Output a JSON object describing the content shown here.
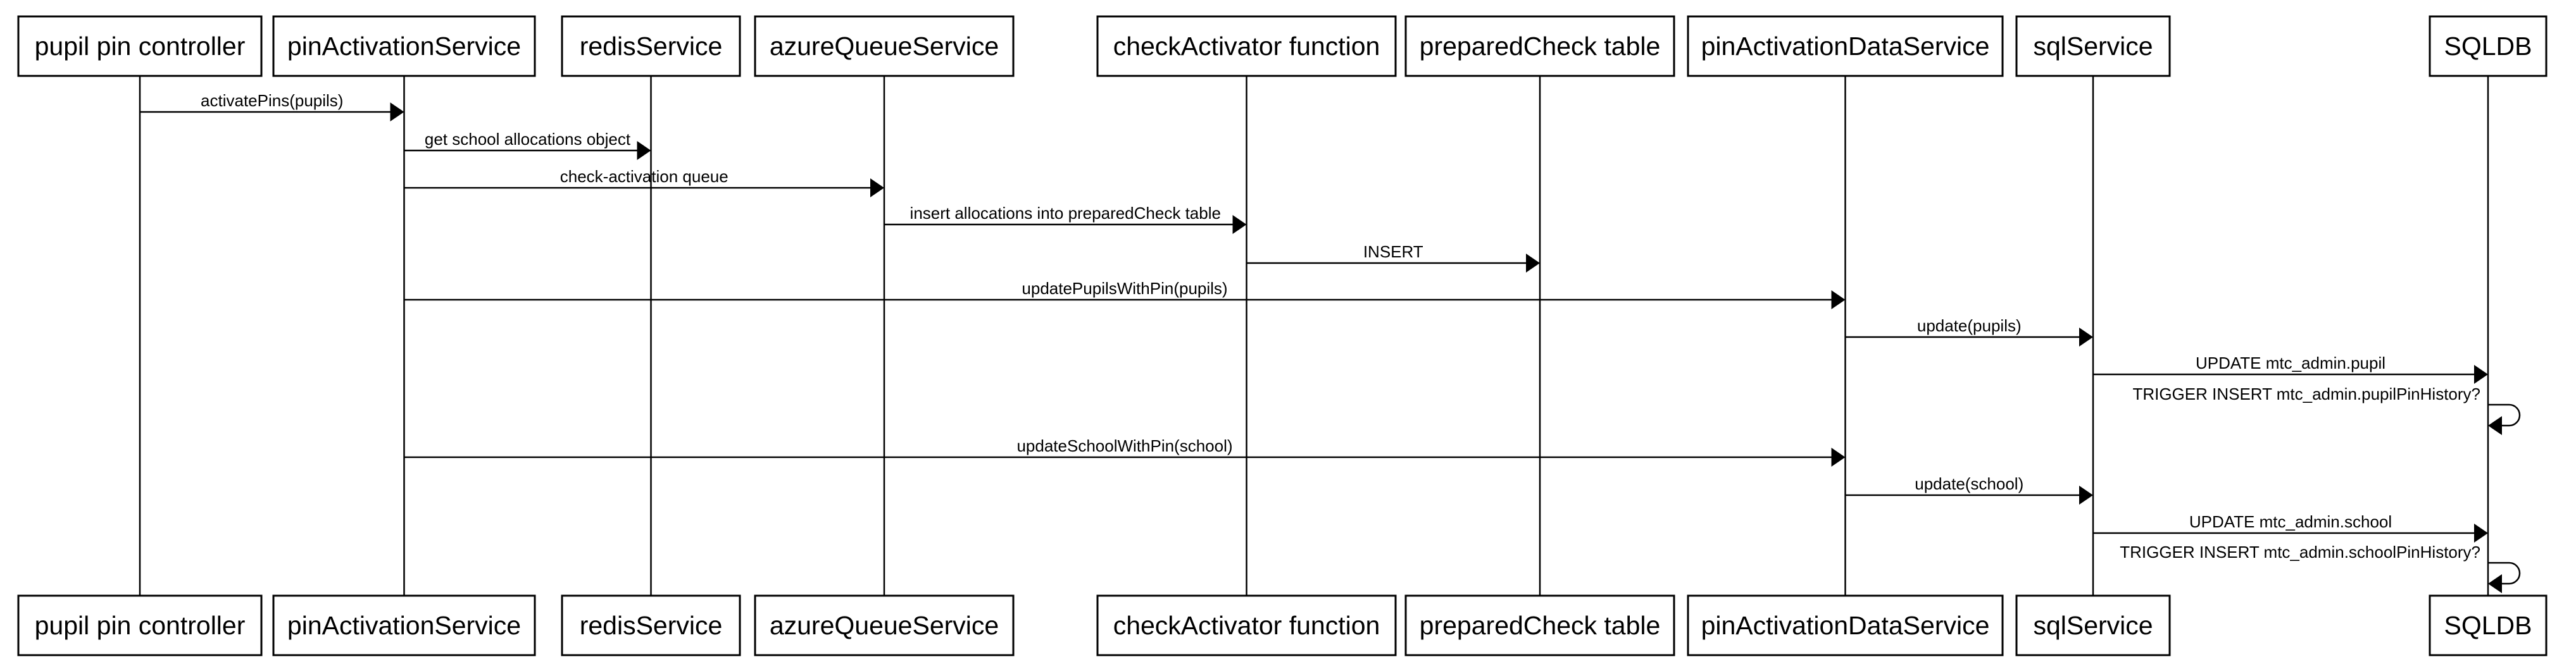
{
  "participants": [
    {
      "id": "controller",
      "label": "pupil pin controller"
    },
    {
      "id": "pinActivationService",
      "label": "pinActivationService"
    },
    {
      "id": "redisService",
      "label": "redisService"
    },
    {
      "id": "azureQueueService",
      "label": "azureQueueService"
    },
    {
      "id": "checkActivator",
      "label": "checkActivator function"
    },
    {
      "id": "preparedCheck",
      "label": "preparedCheck table"
    },
    {
      "id": "pinActivationDataService",
      "label": "pinActivationDataService"
    },
    {
      "id": "sqlService",
      "label": "sqlService"
    },
    {
      "id": "sqldb",
      "label": "SQLDB"
    }
  ],
  "messages": [
    {
      "from": "controller",
      "to": "pinActivationService",
      "label": "activatePins(pupils)"
    },
    {
      "from": "pinActivationService",
      "to": "redisService",
      "label": "get school allocations object"
    },
    {
      "from": "pinActivationService",
      "to": "azureQueueService",
      "label": "check-activation queue"
    },
    {
      "from": "azureQueueService",
      "to": "checkActivator",
      "label": "insert allocations into preparedCheck table"
    },
    {
      "from": "checkActivator",
      "to": "preparedCheck",
      "label": "INSERT"
    },
    {
      "from": "pinActivationService",
      "to": "pinActivationDataService",
      "label": "updatePupilsWithPin(pupils)"
    },
    {
      "from": "pinActivationDataService",
      "to": "sqlService",
      "label": "update(pupils)"
    },
    {
      "from": "sqlService",
      "to": "sqldb",
      "label": "UPDATE mtc_admin.pupil"
    },
    {
      "from": "sqldb",
      "to": "sqldb",
      "label": "TRIGGER INSERT mtc_admin.pupilPinHistory?"
    },
    {
      "from": "pinActivationService",
      "to": "pinActivationDataService",
      "label": "updateSchoolWithPin(school)"
    },
    {
      "from": "pinActivationDataService",
      "to": "sqlService",
      "label": "update(school)"
    },
    {
      "from": "sqlService",
      "to": "sqldb",
      "label": "UPDATE mtc_admin.school"
    },
    {
      "from": "sqldb",
      "to": "sqldb",
      "label": "TRIGGER INSERT mtc_admin.schoolPinHistory?"
    }
  ]
}
